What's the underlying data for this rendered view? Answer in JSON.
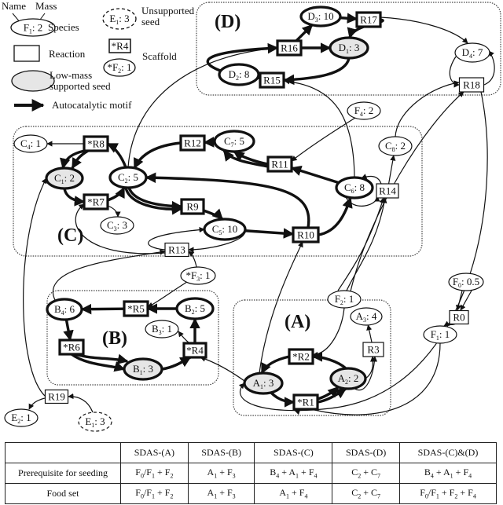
{
  "legend": {
    "name_label": "Name",
    "mass_label": "Mass",
    "species_example": "F1: 2",
    "species_label": "Species",
    "reaction_label": "Reaction",
    "low_mass_label_1": "Low-mass",
    "low_mass_label_2": "supported seed",
    "autocatalytic_label": "Autocatalytic motif",
    "unsupported_example": "E1: 3",
    "unsupported_label_1": "Unsupported",
    "unsupported_label_2": "seed",
    "scaffold_reaction_example": "*R4",
    "scaffold_species_example": "*F2: 1",
    "scaffold_label": "Scaffold"
  },
  "groups": {
    "A": "(A)",
    "B": "(B)",
    "C": "(C)",
    "D": "(D)"
  },
  "species": {
    "D1": {
      "name": "D",
      "sub": "1",
      "mass": "3",
      "type": "seed"
    },
    "D2": {
      "name": "D",
      "sub": "2",
      "mass": "8",
      "type": "motif"
    },
    "D3": {
      "name": "D",
      "sub": "3",
      "mass": "10",
      "type": "motif"
    },
    "D4": {
      "name": "D",
      "sub": "4",
      "mass": "7",
      "type": "plain"
    },
    "C1": {
      "name": "C",
      "sub": "1",
      "mass": "2",
      "type": "seed"
    },
    "C2": {
      "name": "C",
      "sub": "2",
      "mass": "5",
      "type": "motif"
    },
    "C3": {
      "name": "C",
      "sub": "3",
      "mass": "3",
      "type": "plain"
    },
    "C4": {
      "name": "C",
      "sub": "4",
      "mass": "1",
      "type": "plain"
    },
    "C5": {
      "name": "C",
      "sub": "5",
      "mass": "10",
      "type": "motif"
    },
    "C6": {
      "name": "C",
      "sub": "6",
      "mass": "8",
      "type": "motif"
    },
    "C7": {
      "name": "C",
      "sub": "7",
      "mass": "5",
      "type": "motif"
    },
    "C8": {
      "name": "C",
      "sub": "8",
      "mass": "2",
      "type": "plain"
    },
    "F4": {
      "name": "F",
      "sub": "4",
      "mass": "2",
      "type": "plain"
    },
    "F3": {
      "name": "*F",
      "sub": "3",
      "mass": "1",
      "type": "plain"
    },
    "F2": {
      "name": "F",
      "sub": "2",
      "mass": "1",
      "type": "plain"
    },
    "F0": {
      "name": "F",
      "sub": "0",
      "mass": "0.5",
      "type": "plain"
    },
    "F1": {
      "name": "F",
      "sub": "1",
      "mass": "1",
      "type": "plain"
    },
    "B1": {
      "name": "B",
      "sub": "1",
      "mass": "3",
      "type": "seed"
    },
    "B2": {
      "name": "B",
      "sub": "2",
      "mass": "5",
      "type": "motif"
    },
    "B3": {
      "name": "B",
      "sub": "3",
      "mass": "1",
      "type": "plain"
    },
    "B4": {
      "name": "B",
      "sub": "4",
      "mass": "6",
      "type": "motif"
    },
    "A1": {
      "name": "A",
      "sub": "1",
      "mass": "3",
      "type": "seed"
    },
    "A2": {
      "name": "A",
      "sub": "2",
      "mass": "2",
      "type": "seed"
    },
    "A3": {
      "name": "A",
      "sub": "3",
      "mass": "4",
      "type": "plain"
    },
    "E1": {
      "name": "E",
      "sub": "1",
      "mass": "3",
      "type": "unsupported"
    },
    "E2": {
      "name": "E",
      "sub": "2",
      "mass": "1",
      "type": "plain"
    }
  },
  "reactions": {
    "R0": {
      "label": "R0",
      "motif": false
    },
    "R1": {
      "label": "*R1",
      "motif": true
    },
    "R2": {
      "label": "*R2",
      "motif": true
    },
    "R3": {
      "label": "R3",
      "motif": false
    },
    "R4": {
      "label": "*R4",
      "motif": true
    },
    "R5": {
      "label": "*R5",
      "motif": true
    },
    "R6": {
      "label": "*R6",
      "motif": true
    },
    "R7": {
      "label": "*R7",
      "motif": true
    },
    "R8": {
      "label": "*R8",
      "motif": true
    },
    "R9": {
      "label": "R9",
      "motif": true
    },
    "R10": {
      "label": "R10",
      "motif": true
    },
    "R11": {
      "label": "R11",
      "motif": true
    },
    "R12": {
      "label": "R12",
      "motif": true
    },
    "R13": {
      "label": "R13",
      "motif": false
    },
    "R14": {
      "label": "R14",
      "motif": false
    },
    "R15": {
      "label": "R15",
      "motif": true
    },
    "R16": {
      "label": "R16",
      "motif": true
    },
    "R17": {
      "label": "R17",
      "motif": true
    },
    "R18": {
      "label": "R18",
      "motif": false
    },
    "R19": {
      "label": "R19",
      "motif": false
    }
  },
  "edges": [
    {
      "from": "R16",
      "to": "D3",
      "motif": true
    },
    {
      "from": "D3",
      "to": "R17",
      "motif": true
    },
    {
      "from": "R17",
      "to": "D1",
      "motif": true
    },
    {
      "from": "R17",
      "to": "D4",
      "motif": false
    },
    {
      "from": "R16",
      "to": "D1",
      "motif": true
    },
    {
      "from": "D1",
      "to": "R15",
      "motif": true
    },
    {
      "from": "R15",
      "to": "D2",
      "motif": true
    },
    {
      "from": "D2",
      "to": "R16",
      "motif": true
    },
    {
      "from": "C2",
      "to": "R16",
      "motif": false
    },
    {
      "from": "C6",
      "to": "R15",
      "motif": false
    },
    {
      "from": "D4",
      "to": "R18",
      "motif": false
    },
    {
      "from": "R18",
      "to": "D4",
      "motif": false
    },
    {
      "from": "C8",
      "to": "R18",
      "motif": false
    },
    {
      "from": "F2",
      "to": "R18",
      "motif": false
    },
    {
      "from": "R18",
      "to": "A1",
      "motif": false
    },
    {
      "from": "R8",
      "to": "C4",
      "motif": false
    },
    {
      "from": "R8",
      "to": "C1",
      "motif": true
    },
    {
      "from": "C1",
      "to": "R7",
      "motif": true
    },
    {
      "from": "R7",
      "to": "C2",
      "motif": true
    },
    {
      "from": "R7",
      "to": "C3",
      "motif": false
    },
    {
      "from": "C2",
      "to": "R8",
      "motif": true
    },
    {
      "from": "R12",
      "to": "C2",
      "motif": true
    },
    {
      "from": "C7",
      "to": "R12",
      "motif": true
    },
    {
      "from": "C2",
      "to": "R9",
      "motif": true
    },
    {
      "from": "R9",
      "to": "C5",
      "motif": true
    },
    {
      "from": "C5",
      "to": "R10",
      "motif": true
    },
    {
      "from": "R10",
      "to": "C6",
      "motif": true
    },
    {
      "from": "R10",
      "to": "C2",
      "motif": true
    },
    {
      "from": "C6",
      "to": "R11",
      "motif": true
    },
    {
      "from": "R11",
      "to": "C7",
      "motif": true
    },
    {
      "from": "F4",
      "to": "R11",
      "motif": false
    },
    {
      "from": "C6",
      "to": "R14",
      "motif": false
    },
    {
      "from": "R14",
      "to": "C6",
      "motif": false
    },
    {
      "from": "R14",
      "to": "C8",
      "motif": false
    },
    {
      "from": "F2",
      "to": "R14",
      "motif": false
    },
    {
      "from": "C5",
      "to": "R13",
      "motif": false
    },
    {
      "from": "R13",
      "to": "C5",
      "motif": false
    },
    {
      "from": "F3",
      "to": "R13",
      "motif": false
    },
    {
      "from": "R13",
      "to": "R7",
      "motif": false
    },
    {
      "from": "A1",
      "to": "R10",
      "motif": false
    },
    {
      "from": "R19",
      "to": "C1",
      "motif": false
    },
    {
      "from": "B4",
      "to": "R13",
      "motif": false
    },
    {
      "from": "B2",
      "to": "R5",
      "motif": true
    },
    {
      "from": "R5",
      "to": "B4",
      "motif": true
    },
    {
      "from": "B4",
      "to": "R6",
      "motif": true
    },
    {
      "from": "R6",
      "to": "B1",
      "motif": true
    },
    {
      "from": "B1",
      "to": "R4",
      "motif": true
    },
    {
      "from": "R4",
      "to": "B2",
      "motif": true
    },
    {
      "from": "R4",
      "to": "B3",
      "motif": false
    },
    {
      "from": "F3",
      "to": "R5",
      "motif": false
    },
    {
      "from": "A1",
      "to": "R4",
      "motif": false
    },
    {
      "from": "A1",
      "to": "R1",
      "motif": true
    },
    {
      "from": "R1",
      "to": "A2",
      "motif": true
    },
    {
      "from": "A2",
      "to": "R2",
      "motif": true
    },
    {
      "from": "R2",
      "to": "A1",
      "motif": true
    },
    {
      "from": "F2",
      "to": "R2",
      "motif": false
    },
    {
      "from": "A2",
      "to": "R3",
      "motif": false
    },
    {
      "from": "R3",
      "to": "A3",
      "motif": false
    },
    {
      "from": "F0",
      "to": "R0",
      "motif": false
    },
    {
      "from": "R0",
      "to": "F1",
      "motif": false
    },
    {
      "from": "F1",
      "to": "R1",
      "motif": false
    },
    {
      "from": "E1",
      "to": "R19",
      "motif": false
    },
    {
      "from": "R19",
      "to": "E2",
      "motif": false
    }
  ],
  "table": {
    "headers": [
      "",
      "SDAS-(A)",
      "SDAS-(B)",
      "SDAS-(C)",
      "SDAS-(D)",
      "SDAS-(C)&(D)"
    ],
    "rows": [
      {
        "label": "Prerequisite for seeding",
        "cells": [
          "F0/F1 + F2",
          "A1 + F3",
          "B4 + A1 + F4",
          "C2 + C7",
          "B4 + A1 + F4"
        ]
      },
      {
        "label": "Food set",
        "cells": [
          "F0/F1 + F2",
          "A1 + F3",
          "A1 + F4",
          "C2 + C7",
          "F0/F1 + F2 + F4"
        ]
      }
    ]
  },
  "colors": {
    "stroke": "#111111",
    "seed_fill": "#e6e6e6",
    "group_border": "#444444"
  }
}
